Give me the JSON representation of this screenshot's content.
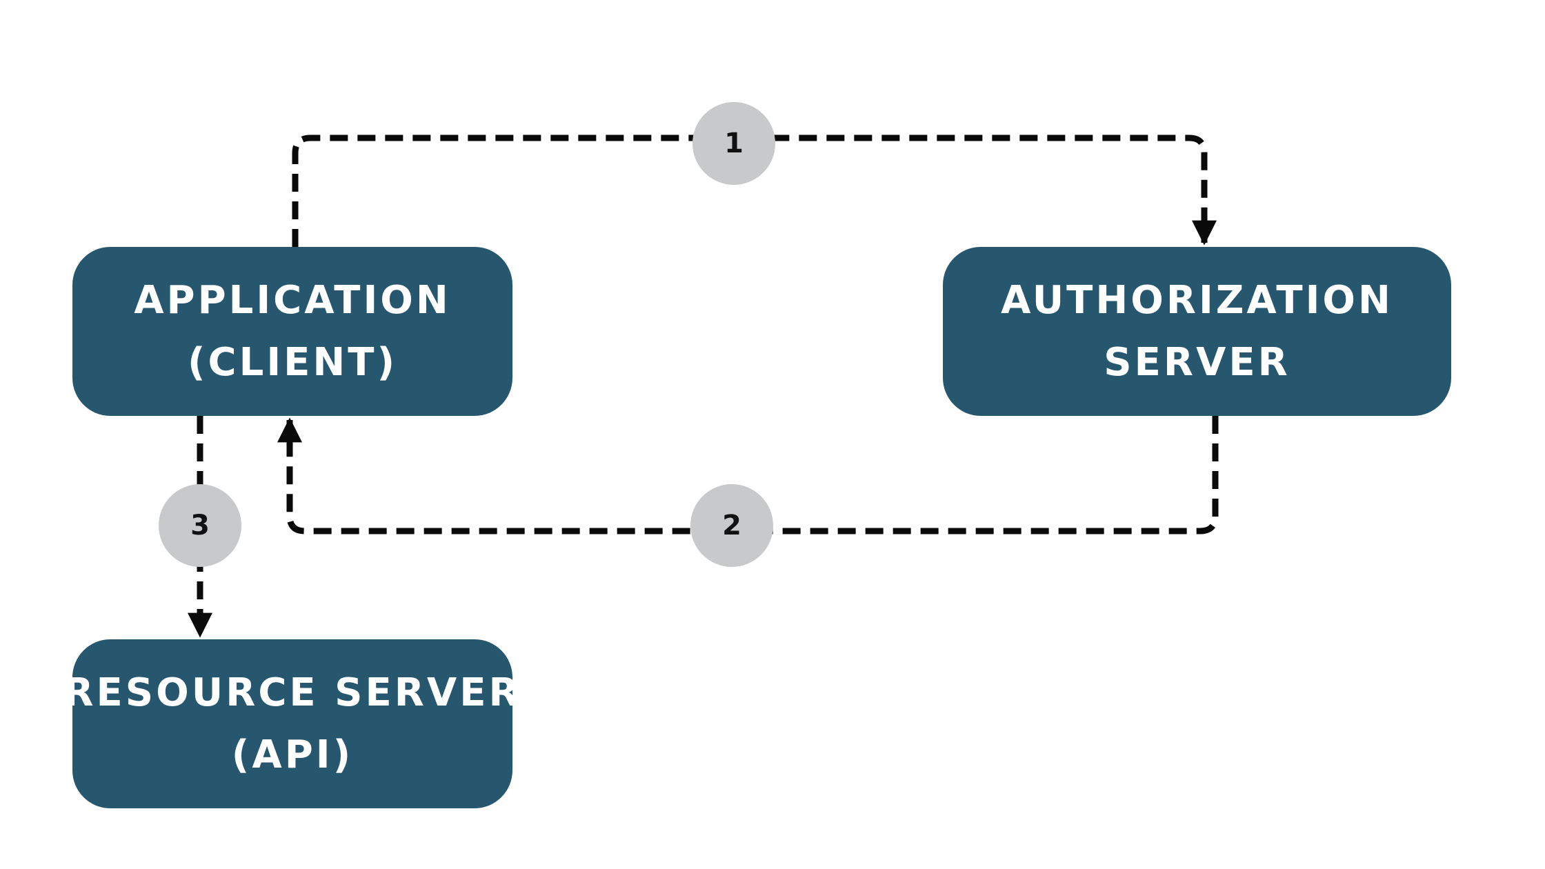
{
  "colors": {
    "node_fill": "#26576f",
    "node_text": "#ffffff",
    "step_fill": "#c8c9cb",
    "step_text": "#111111",
    "connector": "#0a0a0a"
  },
  "nodes": {
    "application": {
      "line1": "APPLICATION",
      "line2": "(CLIENT)"
    },
    "authorization": {
      "line1": "AUTHORIZATION",
      "line2": "SERVER"
    },
    "resource": {
      "line1": "RESOURCE SERVER",
      "line2": "(API)"
    }
  },
  "steps": [
    "1",
    "2",
    "3"
  ],
  "connector_style": "dashed"
}
